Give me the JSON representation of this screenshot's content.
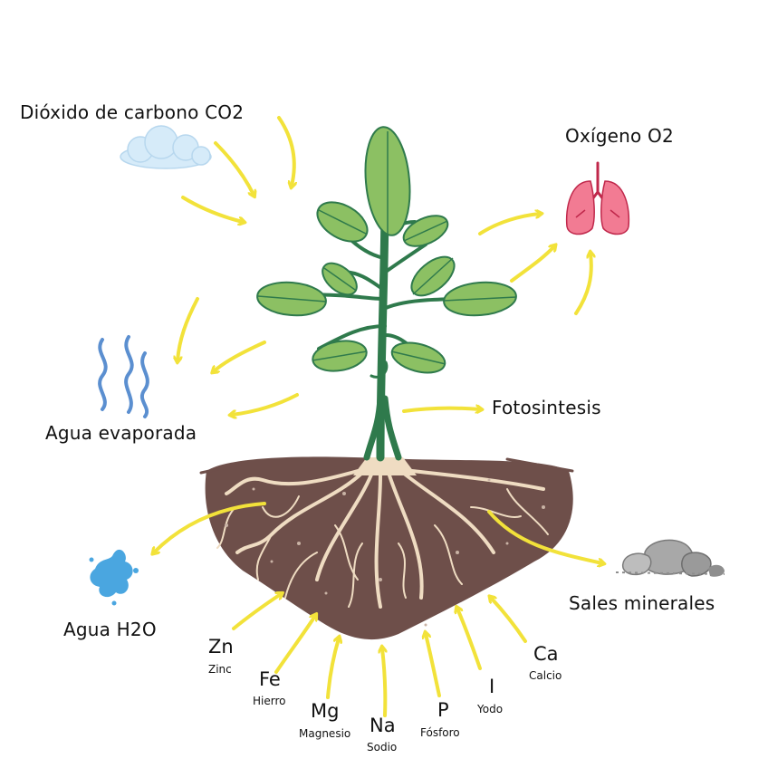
{
  "labels": {
    "co2": "Dióxido de carbono CO2",
    "oxygen": "Oxígeno O2",
    "evaporated_water": "Agua evaporada",
    "photosynthesis": "Fotosintesis",
    "water": "Agua H2O",
    "mineral_salts": "Sales minerales"
  },
  "minerals": [
    {
      "symbol": "Zn",
      "name": "Zinc"
    },
    {
      "symbol": "Fe",
      "name": "Hierro"
    },
    {
      "symbol": "Mg",
      "name": "Magnesio"
    },
    {
      "symbol": "Na",
      "name": "Sodio"
    },
    {
      "symbol": "P",
      "name": "Fósforo"
    },
    {
      "symbol": "I",
      "name": "Yodo"
    },
    {
      "symbol": "Ca",
      "name": "Calcio"
    }
  ],
  "colors": {
    "arrow": "#f2e23a",
    "leaf": "#8cc063",
    "stem": "#2f7a4c",
    "soil": "#6e4f4a",
    "root": "#efdcc2",
    "lung": "#f27b93",
    "cloud": "#d6ebf9",
    "water": "#4aa6e0",
    "rock": "#a8a8a8"
  },
  "icons": [
    "cloud-icon",
    "lungs-icon",
    "vapor-icon",
    "water-splash-icon",
    "rocks-icon"
  ]
}
